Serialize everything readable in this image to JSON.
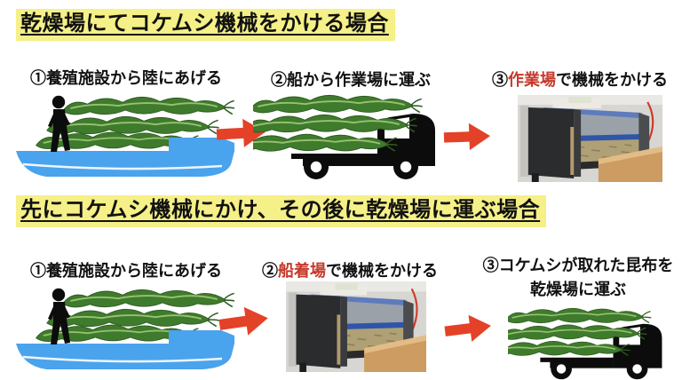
{
  "colors": {
    "highlight": "#f5f087",
    "red_text": "#c6392b",
    "arrow": "#e34228",
    "kelp": "#3f7b2d",
    "kelp_vein": "#a8cf7d",
    "boat": "#4aa3ed",
    "ink": "#111111"
  },
  "section1": {
    "title": "乾燥場にてコケムシ機械をかける場合",
    "steps": [
      {
        "label": "①養殖施設から陸にあげる",
        "illustration": "boat-with-kelp-and-person"
      },
      {
        "label": "②船から作業場に運ぶ",
        "illustration": "truck-with-kelp"
      },
      {
        "prefix": "③",
        "red": "作業場",
        "suffix": "で機械をかける",
        "illustration": "kelp-machine-photo"
      }
    ]
  },
  "section2": {
    "title": "先にコケムシ機械にかけ、その後に乾燥場に運ぶ場合",
    "steps": [
      {
        "label": "①養殖施設から陸にあげる",
        "illustration": "boat-with-kelp-and-person"
      },
      {
        "prefix": "②",
        "red": "船着場",
        "suffix": "で機械をかける",
        "illustration": "kelp-machine-photo"
      },
      {
        "line1": "③コケムシが取れた昆布を",
        "line2": "乾燥場に運ぶ",
        "illustration": "truck-with-kelp"
      }
    ]
  }
}
